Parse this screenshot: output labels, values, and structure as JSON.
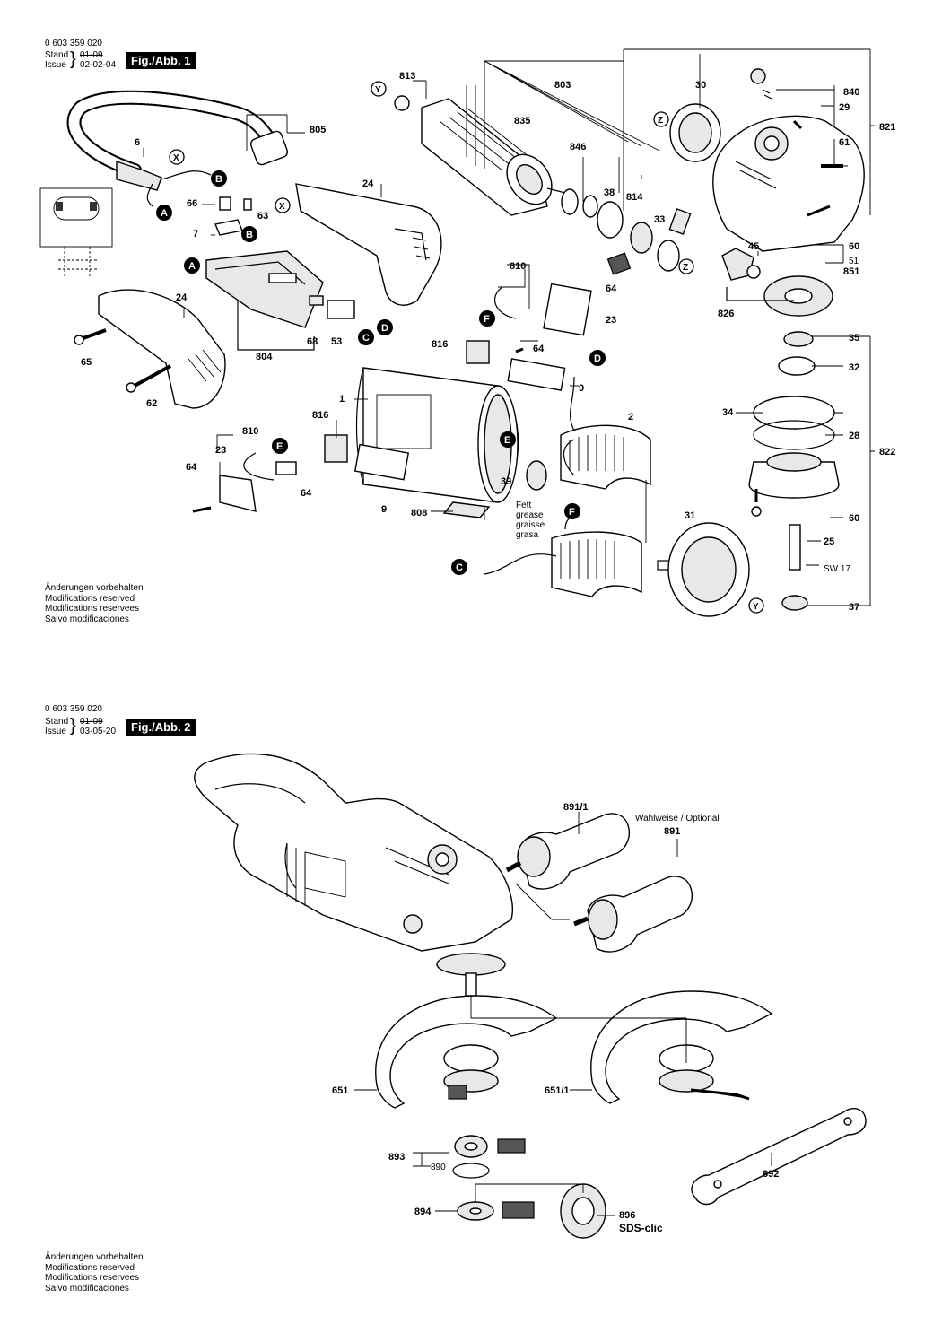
{
  "figure1": {
    "part_number": "0 603 359 020",
    "stand_label": "Stand",
    "issue_label": "Issue",
    "stand_date": "01-09",
    "issue_date": "02-02-04",
    "title": "Fig./Abb. 1"
  },
  "figure2": {
    "part_number": "0 603 359 020",
    "stand_label": "Stand",
    "issue_label": "Issue",
    "stand_date": "01-09",
    "issue_date": "03-05-20",
    "title": "Fig./Abb. 2"
  },
  "disclaimer": [
    "Änderungen vorbehalten",
    "Modifications reserved",
    "Modifications reservees",
    "Salvo modificaciones"
  ],
  "fig1_labels": [
    "813",
    "803",
    "30",
    "840",
    "29",
    "821",
    "61",
    "835",
    "846",
    "38",
    "814",
    "33",
    "805",
    "6",
    "24",
    "66",
    "63",
    "7",
    "810",
    "64",
    "23",
    "45",
    "60",
    "51",
    "851",
    "826",
    "35",
    "32",
    "34",
    "28",
    "822",
    "816",
    "1",
    "9",
    "2",
    "39",
    "808",
    "25",
    "31",
    "37",
    "65",
    "62",
    "804",
    "68",
    "53",
    "SW 17"
  ],
  "grease_words": [
    "Fett",
    "grease",
    "graisse",
    "grasa"
  ],
  "connectors": [
    "Y",
    "Z",
    "X",
    "B",
    "A",
    "C",
    "D",
    "F",
    "E"
  ],
  "fig2_labels": [
    "891/1",
    "891",
    "651",
    "651/1",
    "893",
    "890",
    "894",
    "896",
    "892"
  ],
  "optional_text": "Wahlweise / Optional",
  "brand_text": "SDS-clic"
}
